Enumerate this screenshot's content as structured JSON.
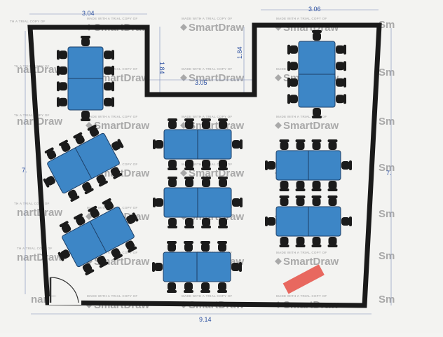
{
  "dimensions": {
    "top_left": "3.04",
    "top_right": "3.06",
    "notch_left": "1.84",
    "notch_right": "1.84",
    "notch_width": "3.05",
    "left_side": "7.",
    "right_side": "7.",
    "bottom": "9.14"
  },
  "watermark": {
    "caption": "MADE WITH A TRIAL COPY OF",
    "brand": "SmartDraw",
    "fragment_left": "nartDraw",
    "fragment_right": "Sm",
    "caption_fragment": "TH A TRIAL COPY OF"
  },
  "colors": {
    "table": "#3d86c6",
    "chair": "#1b1b1b",
    "wall": "#1a1a1a",
    "highlight": "#e8685f",
    "dimension": "#2b4fa0"
  },
  "tables": [
    {
      "id": "table-1",
      "chairs_per_side": 4,
      "chairs_per_end": 1,
      "orientation": "vertical"
    },
    {
      "id": "table-2",
      "chairs_per_side": 4,
      "chairs_per_end": 1,
      "orientation": "angled"
    },
    {
      "id": "table-3",
      "chairs_per_side": 4,
      "chairs_per_end": 1,
      "orientation": "angled"
    },
    {
      "id": "table-4",
      "chairs_per_side": 4,
      "chairs_per_end": 1,
      "orientation": "horizontal"
    },
    {
      "id": "table-5",
      "chairs_per_side": 4,
      "chairs_per_end": 1,
      "orientation": "horizontal"
    },
    {
      "id": "table-6",
      "chairs_per_side": 4,
      "chairs_per_end": 1,
      "orientation": "horizontal"
    },
    {
      "id": "table-7",
      "chairs_per_side": 4,
      "chairs_per_end": 1,
      "orientation": "vertical"
    },
    {
      "id": "table-8",
      "chairs_per_side": 4,
      "chairs_per_end": 1,
      "orientation": "horizontal"
    },
    {
      "id": "table-9",
      "chairs_per_side": 4,
      "chairs_per_end": 1,
      "orientation": "horizontal"
    }
  ]
}
